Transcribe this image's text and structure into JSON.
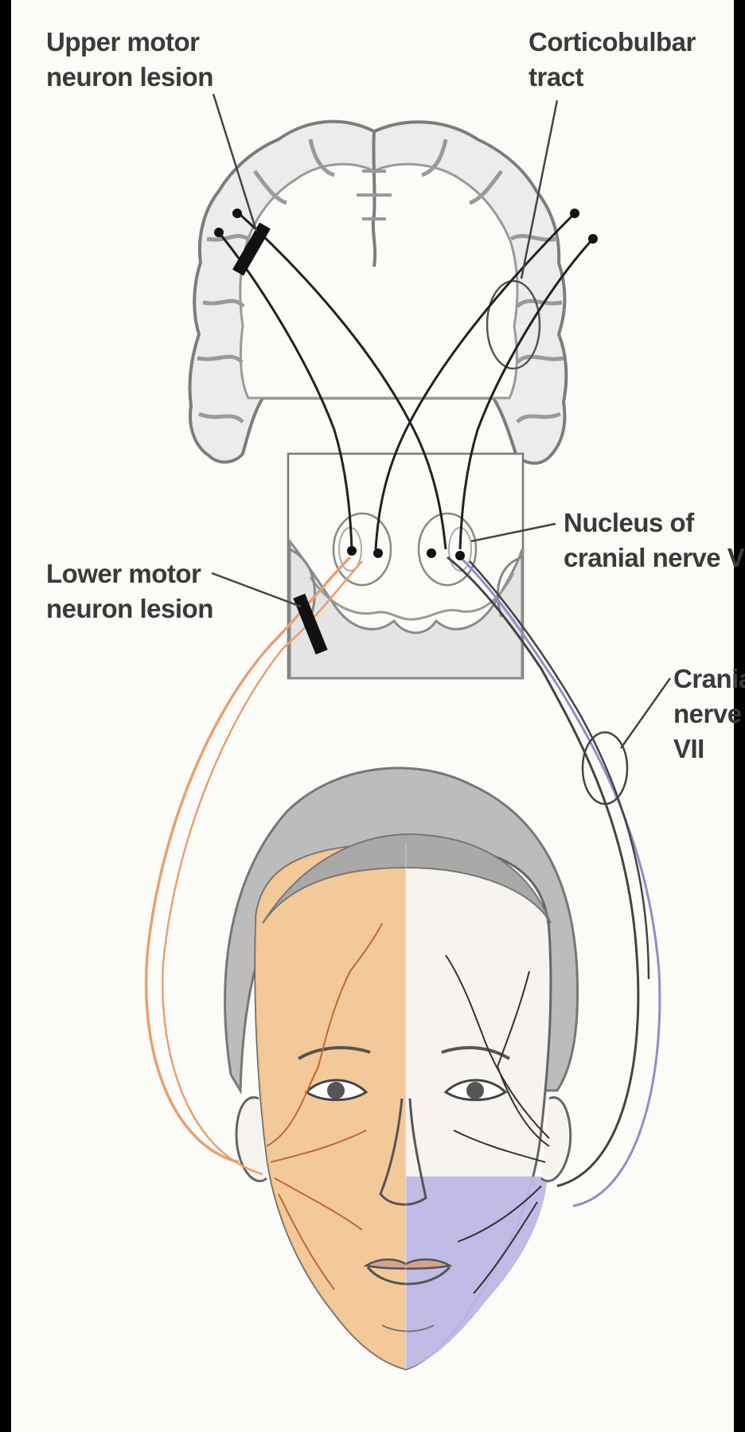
{
  "labels": {
    "upper_motor_line1": "Upper motor",
    "upper_motor_line2": "neuron lesion",
    "corticobulbar_line1": "Corticobulbar",
    "corticobulbar_line2": "tract",
    "nucleus_line1": "Nucleus of",
    "nucleus_line2": "cranial nerve VII",
    "lower_motor_line1": "Lower motor",
    "lower_motor_line2": "neuron lesion",
    "cranial_line1": "Cranial",
    "cranial_line2": "nerve",
    "cranial_line3": "VII"
  },
  "colors": {
    "background": "#fbfbf8",
    "border": "#000000",
    "brain_fill": "#e9e9e9",
    "brain_outline": "#8a8a8a",
    "tract_line": "#222222",
    "nerve_orange": "#e8a070",
    "nerve_purple": "#8f8fc8",
    "face_orange": "#f3c48f",
    "face_purple": "#bdb8e4",
    "hair": "#b8b8b8",
    "skin": "#f7f3ee"
  },
  "icons": {
    "brain": "coronal-brain-section-illustration",
    "brainstem": "brainstem-cross-section-illustration",
    "face": "face-half-shaded-illustration",
    "lesion_marker": "black-bar-marker"
  }
}
